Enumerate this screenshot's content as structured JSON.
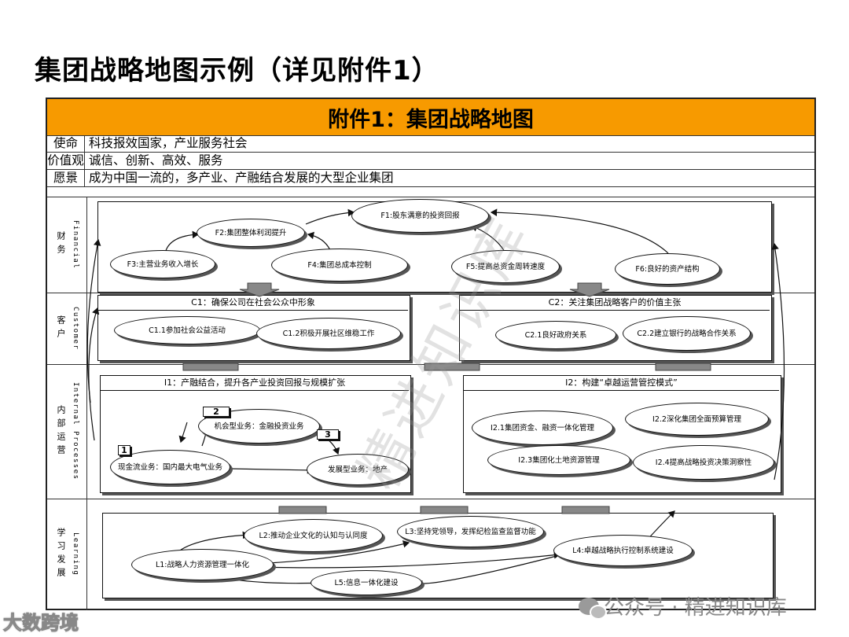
{
  "page_title": "集团战略地图示例（详见附件1）",
  "banner_title": "附件1：集团战略地图",
  "info_rows": [
    {
      "key": "使命",
      "value": "科技报效国家，产业服务社会"
    },
    {
      "key": "价值观",
      "value": "诚信、创新、高效、服务"
    },
    {
      "key": "愿景",
      "value": "成为中国一流的，多产业、产融结合发展的大型企业集团"
    }
  ],
  "lanes": {
    "financial": {
      "zh": "财务",
      "en": "Financial"
    },
    "customer": {
      "zh": "客户",
      "en": "Customer"
    },
    "internal": {
      "zh": "内部运营",
      "en": "Internal Processes"
    },
    "learning": {
      "zh": "学习发展",
      "en": "Learning"
    }
  },
  "financial": {
    "f1": "F1:股东满意的投资回报",
    "f2": "F2:集团整体利润提升",
    "f3": "F3:主营业务收入增长",
    "f4": "F4:集团总成本控制",
    "f5": "F5:提高总资金周转速度",
    "f6": "F6:良好的资产结构"
  },
  "customer": {
    "c1_header": "C1：确保公司在社会公众中形象",
    "c2_header": "C2：关注集团战略客户的价值主张",
    "c11": "C1.1参加社会公益活动",
    "c12": "C1.2积极开展社区维稳工作",
    "c21": "C2.1良好政府关系",
    "c22": "C2.2建立银行的战略合作关系"
  },
  "internal": {
    "i1_header": "I1：产融结合，提升各产业投资回报与规模扩张",
    "i2_header": "I2：构建“卓越运营管控模式”",
    "opportunity": "机会型业务：金融投资业务",
    "cashflow": "现金流业务：国内最大电气业务",
    "development": "发展型业务：地产",
    "badge_1": "1",
    "badge_2": "2",
    "badge_3": "3",
    "i21": "I2.1集团资金、融资一体化管理",
    "i22": "I2.2深化集团全面预算管理",
    "i23": "I2.3集团化土地资源管理",
    "i24": "I2.4提高战略投资决策洞察性"
  },
  "learning": {
    "l1": "L1:战略人力资源管理一体化",
    "l2": "L2:推动企业文化的认知与认同度",
    "l3": "L3:坚持党领导，发挥纪检监查监督功能",
    "l4": "L4:卓越战略执行控制系统建设",
    "l5": "L5:信息一体化建设"
  },
  "watermark": "精进知识库",
  "footer_right": "公众号 · 精进知识库",
  "footer_left": "大数跨境"
}
